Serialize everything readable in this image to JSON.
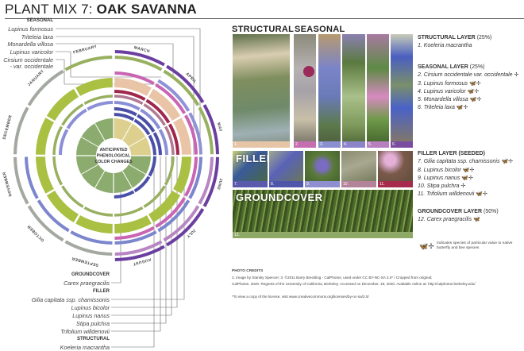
{
  "title": {
    "prefix": "PLANT MIX 7: ",
    "name": "OAK SAVANNA"
  },
  "wheel": {
    "center_lines": [
      "ANTICIPATED",
      "PHENOLOGICAL",
      "COLOR CHANGES"
    ],
    "months": [
      "MARCH",
      "APRIL",
      "MAY",
      "JUNE",
      "JULY",
      "AUGUST",
      "SEPTEMBER",
      "OCTOBER",
      "NOVEMBER",
      "DECEMBER",
      "JANUARY",
      "FEBRUARY"
    ],
    "rings": [
      {
        "color": "#6b3fa0",
        "from": "MARCH",
        "to": "AUGUST"
      },
      {
        "color": "#98b060",
        "from": "FEBRUARY",
        "to": "MAY"
      },
      {
        "color": "#b886c2",
        "from": "JUNE",
        "to": "AUGUST"
      },
      {
        "color": "#a3a8a0",
        "from": "SEPTEMBER",
        "to": "JANUARY"
      },
      {
        "color": "#8f93d6",
        "from": "APRIL",
        "to": "MAY"
      },
      {
        "color": "#7b86cc",
        "from": "JUNE",
        "to": "NOVEMBER"
      },
      {
        "color": "#c965b3",
        "from": "MARCH",
        "to": "AUGUST"
      },
      {
        "color": "#e9c4a6",
        "from": "MARCH",
        "to": "MAY"
      },
      {
        "color": "#a9c043",
        "from": "JUNE",
        "to": "FEBRUARY"
      },
      {
        "color": "#a0264a",
        "from": "MARCH",
        "to": "MAY"
      },
      {
        "color": "#b07a93",
        "from": "MARCH",
        "to": "MAY"
      },
      {
        "color": "#98b060",
        "from": "JUNE",
        "to": "FEBRUARY"
      },
      {
        "color": "#8a8fd6",
        "from": "DECEMBER",
        "to": "MAY"
      },
      {
        "color": "#4a50a8",
        "from": "MARCH",
        "to": "MAY"
      },
      {
        "color": "#4a50a8",
        "from": "MARCH",
        "to": "AUGUST"
      },
      {
        "color": "#ddd08f",
        "from": "MARCH",
        "to": "MAY"
      },
      {
        "color": "#8bac6e",
        "from": "JUNE",
        "to": "FEBRUARY"
      }
    ]
  },
  "labels_top": {
    "heading": "SEASONAL",
    "items": [
      "Lupinus formosus",
      "Triteleia laxa",
      "Monardella villosa",
      "Lupinus varicolor",
      "Cirsium occidentale",
      "- var. occidentale"
    ]
  },
  "labels_bottom": {
    "groundcover": "GROUNDCOVER",
    "groundcover_items": [
      "Carex praegracilis"
    ],
    "filler": "FILLER",
    "filler_items": [
      "Gilia capitata ssp. chamissonis",
      "Lupinus bicolor",
      "Lupinus nanus",
      "Stipa pulchra",
      "Trifolium willdenovii"
    ],
    "structural": "STRUCTURAL",
    "structural_items": [
      "Koeleria macrantha"
    ]
  },
  "photos": {
    "structural_heading": "STRUCTURAL",
    "seasonal_heading": "SEASONAL",
    "filler_heading": "FILLER",
    "groundcover_heading": "GROUNDCOVER",
    "captions": [
      "1.",
      "2.",
      "3.",
      "4.",
      "5.",
      "6.",
      "7.",
      "8.",
      "9.",
      "10.",
      "11.",
      "12."
    ],
    "caption_colors": [
      "#e6c5a6",
      "#c56fb1",
      "#8a8fd0",
      "#8c84c8",
      "#b87fc0",
      "#7a4c9f",
      "#5a5aad",
      "#4f55a8",
      "#8d8fce",
      "#b3839a",
      "#a62a4b",
      "#8ea865"
    ]
  },
  "legend": {
    "structural": {
      "title": "STRUCTURAL LAYER",
      "pct": "(25%)",
      "items": [
        "1. Koeleria macrantha"
      ]
    },
    "seasonal": {
      "title": "SEASONAL LAYER",
      "pct": "(25%)",
      "items": [
        "2. Cirsium occidentale var. occidentale",
        "3. Lupinus formosus",
        "4. Lupinus varicolor",
        "5. Monardella villosa",
        "6. Triteleia laxa"
      ]
    },
    "filler": {
      "title": "FILLER LAYER (SEEDED)",
      "items": [
        "7. Gilia capitata ssp. chamissonis",
        "8. Lupinus bicolor",
        "9. Lupinus nanus",
        "10. Stipa pulchra",
        "11. Trifolium willdenovii"
      ]
    },
    "groundcover": {
      "title": "GROUNDCOVER LAYER",
      "pct": "(50%)",
      "items": [
        "12. Carex praegracilis"
      ]
    },
    "key": "Indicates species of particular value to native butterfly and bee species"
  },
  "credits": {
    "heading": "PHOTO CREDITS",
    "line1": "2. Image by Stanley Spencer; 3. ©2011 Barry Breckling - CalPhotos, used under CC BY-NC-SA 3.0* / Cropped from original;",
    "line2": "CalPhotos. 2020. Regents of the University of California, Berkeley. Accessed on December, 19, 2020. Available online at: http://calphotos.berkeley.edu/",
    "note": "*To view a copy of the license, visit www.creativecommons.org/licenses/by-nc-sa/3.0/"
  }
}
